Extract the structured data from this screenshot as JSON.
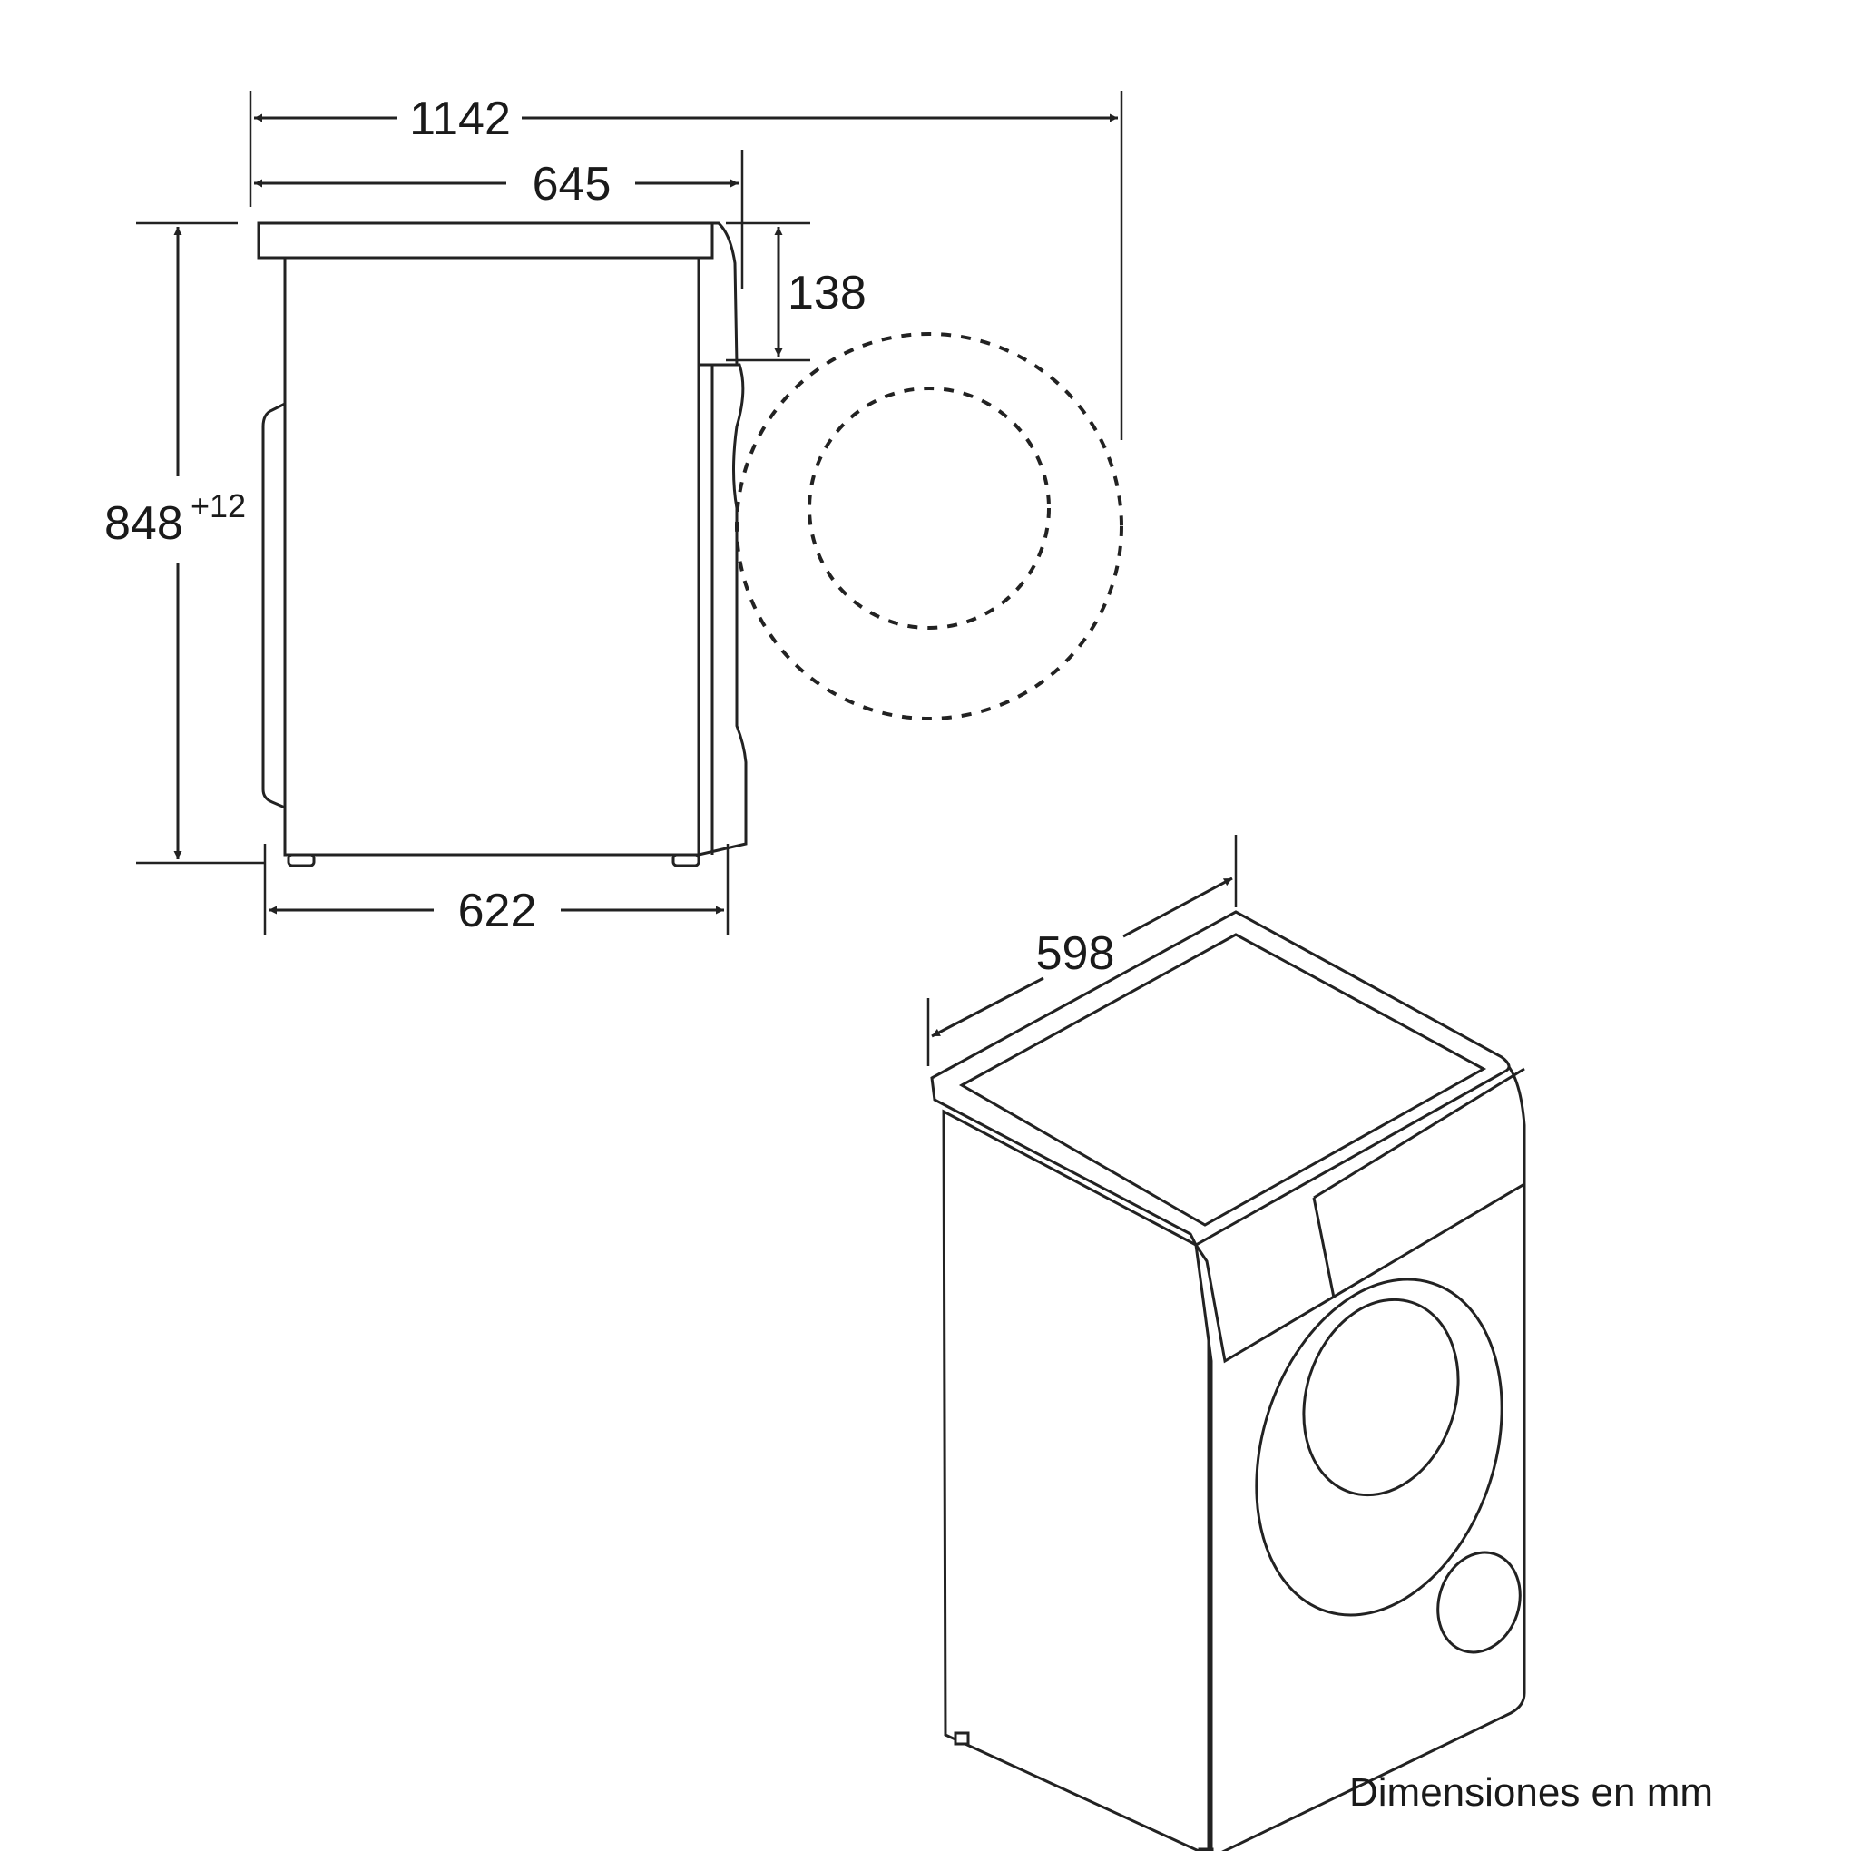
{
  "dimensions": {
    "total_depth_door_open": "1142",
    "depth_with_door": "645",
    "top_to_door_offset": "138",
    "height": "848",
    "height_tolerance": "+12",
    "body_depth": "622",
    "width": "598"
  },
  "caption": "Dimensiones en mm",
  "colors": {
    "line": "#222222",
    "background": "#ffffff"
  }
}
